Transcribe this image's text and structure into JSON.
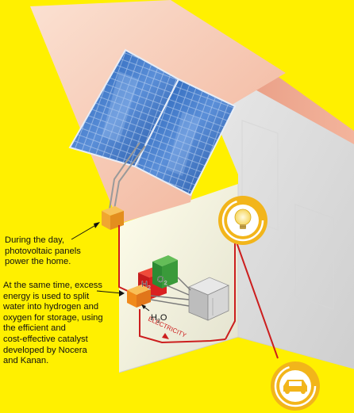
{
  "captions": {
    "day": "During the day,\nphotovoltaic panels\npower the home.",
    "excess": "At the same time, excess\nenergy is used to split\nwater into hydrogen and\noxygen for storage, using\nthe efficient and\ncost-effective catalyst\ndeveloped by Nocera\nand Kanan."
  },
  "labels": {
    "h2_main": "H",
    "h2_sub": "2",
    "o2_main": "O",
    "o2_sub": "2",
    "h2o_main": "H",
    "h2o_sub": "2",
    "h2o_end": "O",
    "electricity": "ELECTRICITY"
  },
  "icons": {
    "bulb": "light-bulb-icon",
    "car": "car-icon"
  },
  "colors": {
    "background": "#fff000",
    "wire": "#cc1e1e",
    "hydrogen_tank": "#d92020",
    "oxygen_tank": "#3a9a3a",
    "panel": "#1f5fb8",
    "icon_circle": "#f2b51b"
  }
}
